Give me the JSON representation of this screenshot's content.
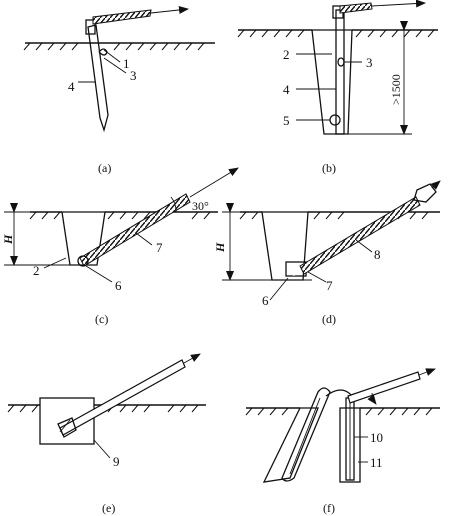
{
  "panels": {
    "a": {
      "caption": "(a)",
      "labels": [
        "1",
        "3",
        "4"
      ]
    },
    "b": {
      "caption": "(b)",
      "labels": [
        "2",
        "3",
        "4",
        "5"
      ],
      "depth_label": ">1500"
    },
    "c": {
      "caption": "(c)",
      "labels": [
        "2",
        "6",
        "7"
      ],
      "angle_label": "30°",
      "height_label": "H"
    },
    "d": {
      "caption": "(d)",
      "labels": [
        "6",
        "7",
        "8"
      ],
      "height_label": "H"
    },
    "e": {
      "caption": "(e)",
      "labels": [
        "9"
      ]
    },
    "f": {
      "caption": "(f)",
      "labels": [
        "10",
        "11"
      ]
    }
  }
}
